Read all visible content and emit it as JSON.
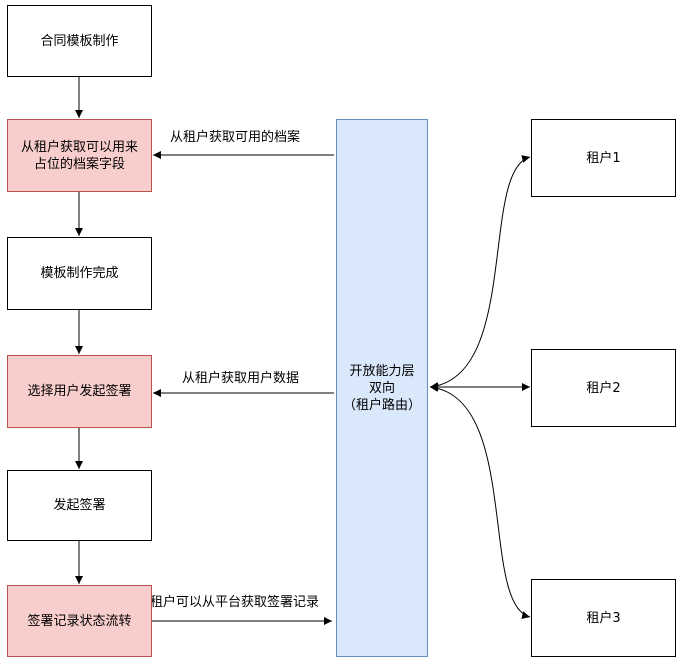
{
  "nodes": {
    "template_make": "合同模板制作",
    "fetch_archive_fields": "从租户获取可以用来\n占位的档案字段",
    "template_done": "模板制作完成",
    "choose_user_sign": "选择用户发起签署",
    "start_sign": "发起签署",
    "sign_record_flow": "签署记录状态流转",
    "open_layer": "开放能力层\n双向\n（租户路由）",
    "tenant1": "租户1",
    "tenant2": "租户2",
    "tenant3": "租户3"
  },
  "edge_labels": {
    "fetch_archive": "从租户获取可用的档案",
    "fetch_user_data": "从租户获取用户数据",
    "tenant_fetch_records": "租户可以从平台获取签署记录"
  }
}
